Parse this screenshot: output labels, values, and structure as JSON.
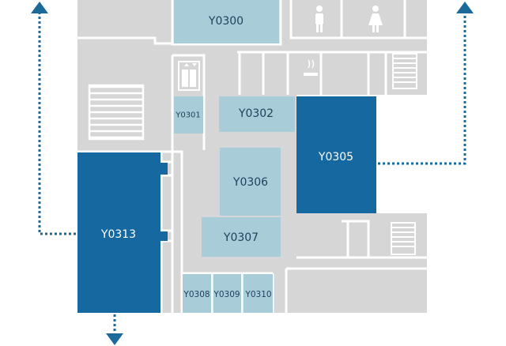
{
  "colors": {
    "background": "#ffffff",
    "building": "#d6d6d6",
    "wall": "#ffffff",
    "room_light": "#a9ccd9",
    "room_dark": "#1568a0",
    "text_light_room": "#1f3f5a",
    "text_dark_room": "#ffffff",
    "route": "#1b6a9a"
  },
  "rooms": {
    "y0300": "Y0300",
    "y0301": "Y0301",
    "y0302": "Y0302",
    "y0305": "Y0305",
    "y0306": "Y0306",
    "y0307": "Y0307",
    "y0308": "Y0308",
    "y0309": "Y0309",
    "y0310": "Y0310",
    "y0313": "Y0313"
  },
  "icons": {
    "male_restroom": "male-restroom-icon",
    "female_restroom": "female-restroom-icon",
    "elevator": "elevator-icon",
    "no_smoking": "no-smoking-icon",
    "stairs": "stairs-icon"
  }
}
